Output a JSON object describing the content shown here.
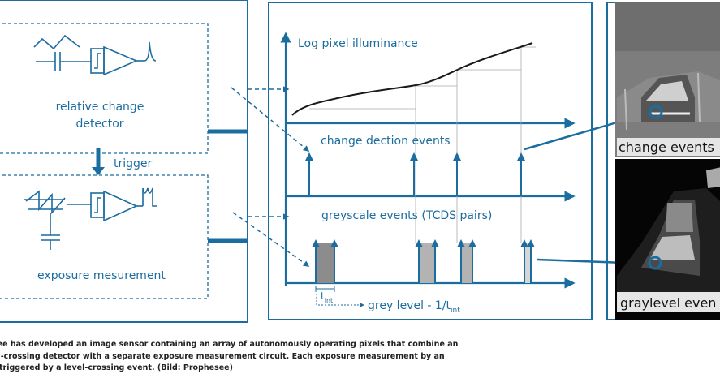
{
  "colors": {
    "line": "#1b6c9f",
    "dark_line": "#1a1a1a",
    "grey_fill": "#8c8c8c",
    "light_grey_fill": "#b3b3b3",
    "lighter_grey_fill": "#cfcfcf"
  },
  "left_panel": {
    "detector_label_1": "relative change",
    "detector_label_2": "detector",
    "trigger_label": "trigger",
    "exposure_label": "exposure mesurement"
  },
  "center_panel": {
    "illuminance_label": "Log pixel illuminance",
    "change_events_label": "change dection events",
    "greyscale_events_label": "greyscale events (TCDS pairs)",
    "tint_label": "t",
    "tint_sub": "int",
    "grey_level_label": "grey level - 1/t",
    "grey_level_sub": "int"
  },
  "right_panel": {
    "top_label": "change events",
    "bottom_label": "graylevel even"
  },
  "caption": {
    "line1": "see has developed an image sensor containing an array of autonomously operating pixels that combine an",
    "line2": "el-crossing detector with a separate exposure measurement circuit. Each exposure measurement by an",
    "line3": "triggered by a level-crossing event. (Bild: Prophesee)"
  }
}
